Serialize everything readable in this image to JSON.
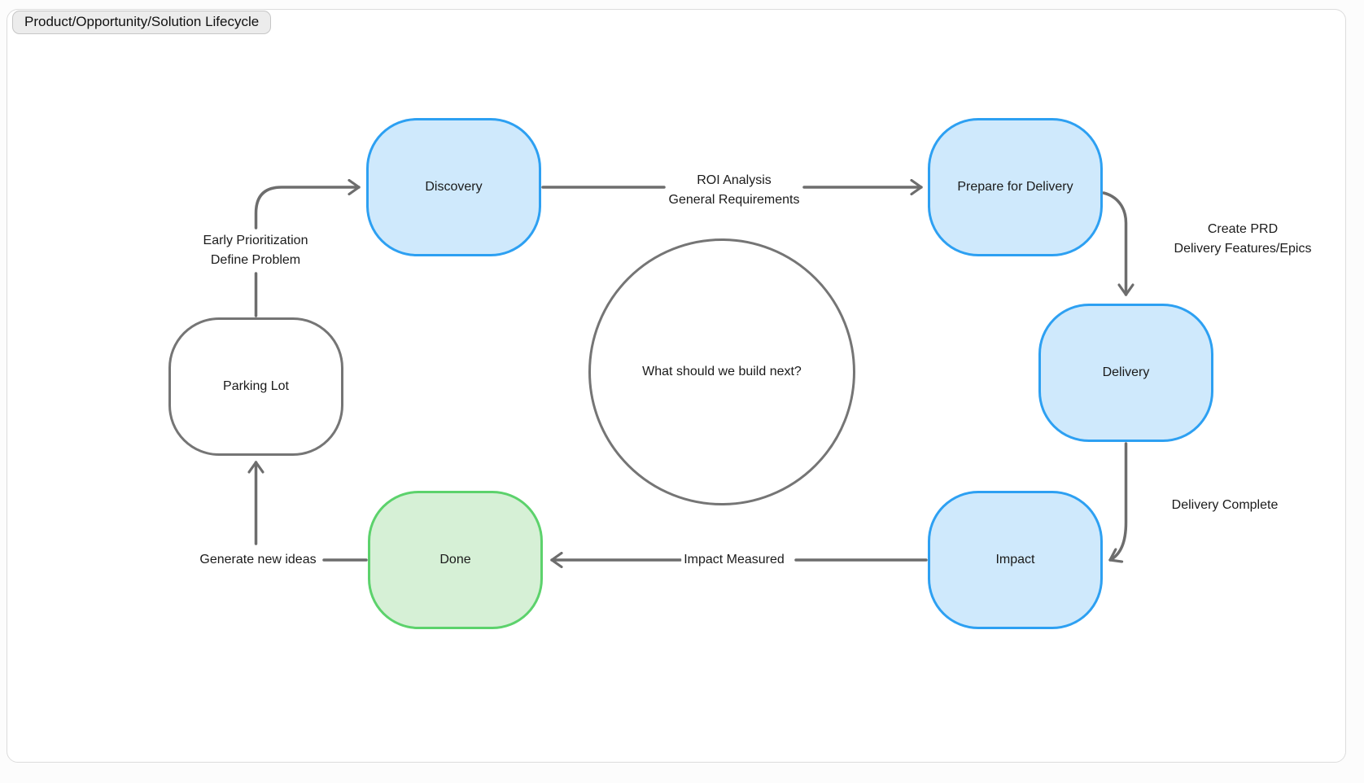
{
  "title": "Product/Opportunity/Solution Lifecycle",
  "diagram": {
    "nodes": [
      {
        "id": "discovery",
        "label": "Discovery",
        "type": "blue"
      },
      {
        "id": "prepare",
        "label": "Prepare for Delivery",
        "type": "blue"
      },
      {
        "id": "delivery",
        "label": "Delivery",
        "type": "blue"
      },
      {
        "id": "impact",
        "label": "Impact",
        "type": "blue"
      },
      {
        "id": "done",
        "label": "Done",
        "type": "green"
      },
      {
        "id": "parking-lot",
        "label": "Parking Lot",
        "type": "plain"
      },
      {
        "id": "central-question",
        "label": "What should we build next?",
        "type": "circle"
      }
    ],
    "edges": [
      {
        "from": "parking-lot",
        "to": "discovery",
        "lines": [
          "Early Prioritization",
          "Define Problem"
        ]
      },
      {
        "from": "discovery",
        "to": "prepare",
        "lines": [
          "ROI Analysis",
          "General Requirements"
        ]
      },
      {
        "from": "prepare",
        "to": "delivery",
        "lines": [
          "Create PRD",
          "Delivery Features/Epics"
        ]
      },
      {
        "from": "delivery",
        "to": "impact",
        "lines": [
          "Delivery Complete"
        ]
      },
      {
        "from": "impact",
        "to": "done",
        "lines": [
          "Impact Measured"
        ]
      },
      {
        "from": "done",
        "to": "parking-lot",
        "lines": [
          "Generate new ideas"
        ]
      }
    ]
  },
  "colors": {
    "node_blue_border": "#2da0f2",
    "node_blue_fill": "#cfe9fc",
    "node_green_border": "#5cd26c",
    "node_green_fill": "#d6f0d6",
    "plain_node_border": "#757575",
    "edge_gray": "#6d6d6d",
    "canvas_border": "#dcdcdc",
    "badge_fill": "#ececec"
  }
}
